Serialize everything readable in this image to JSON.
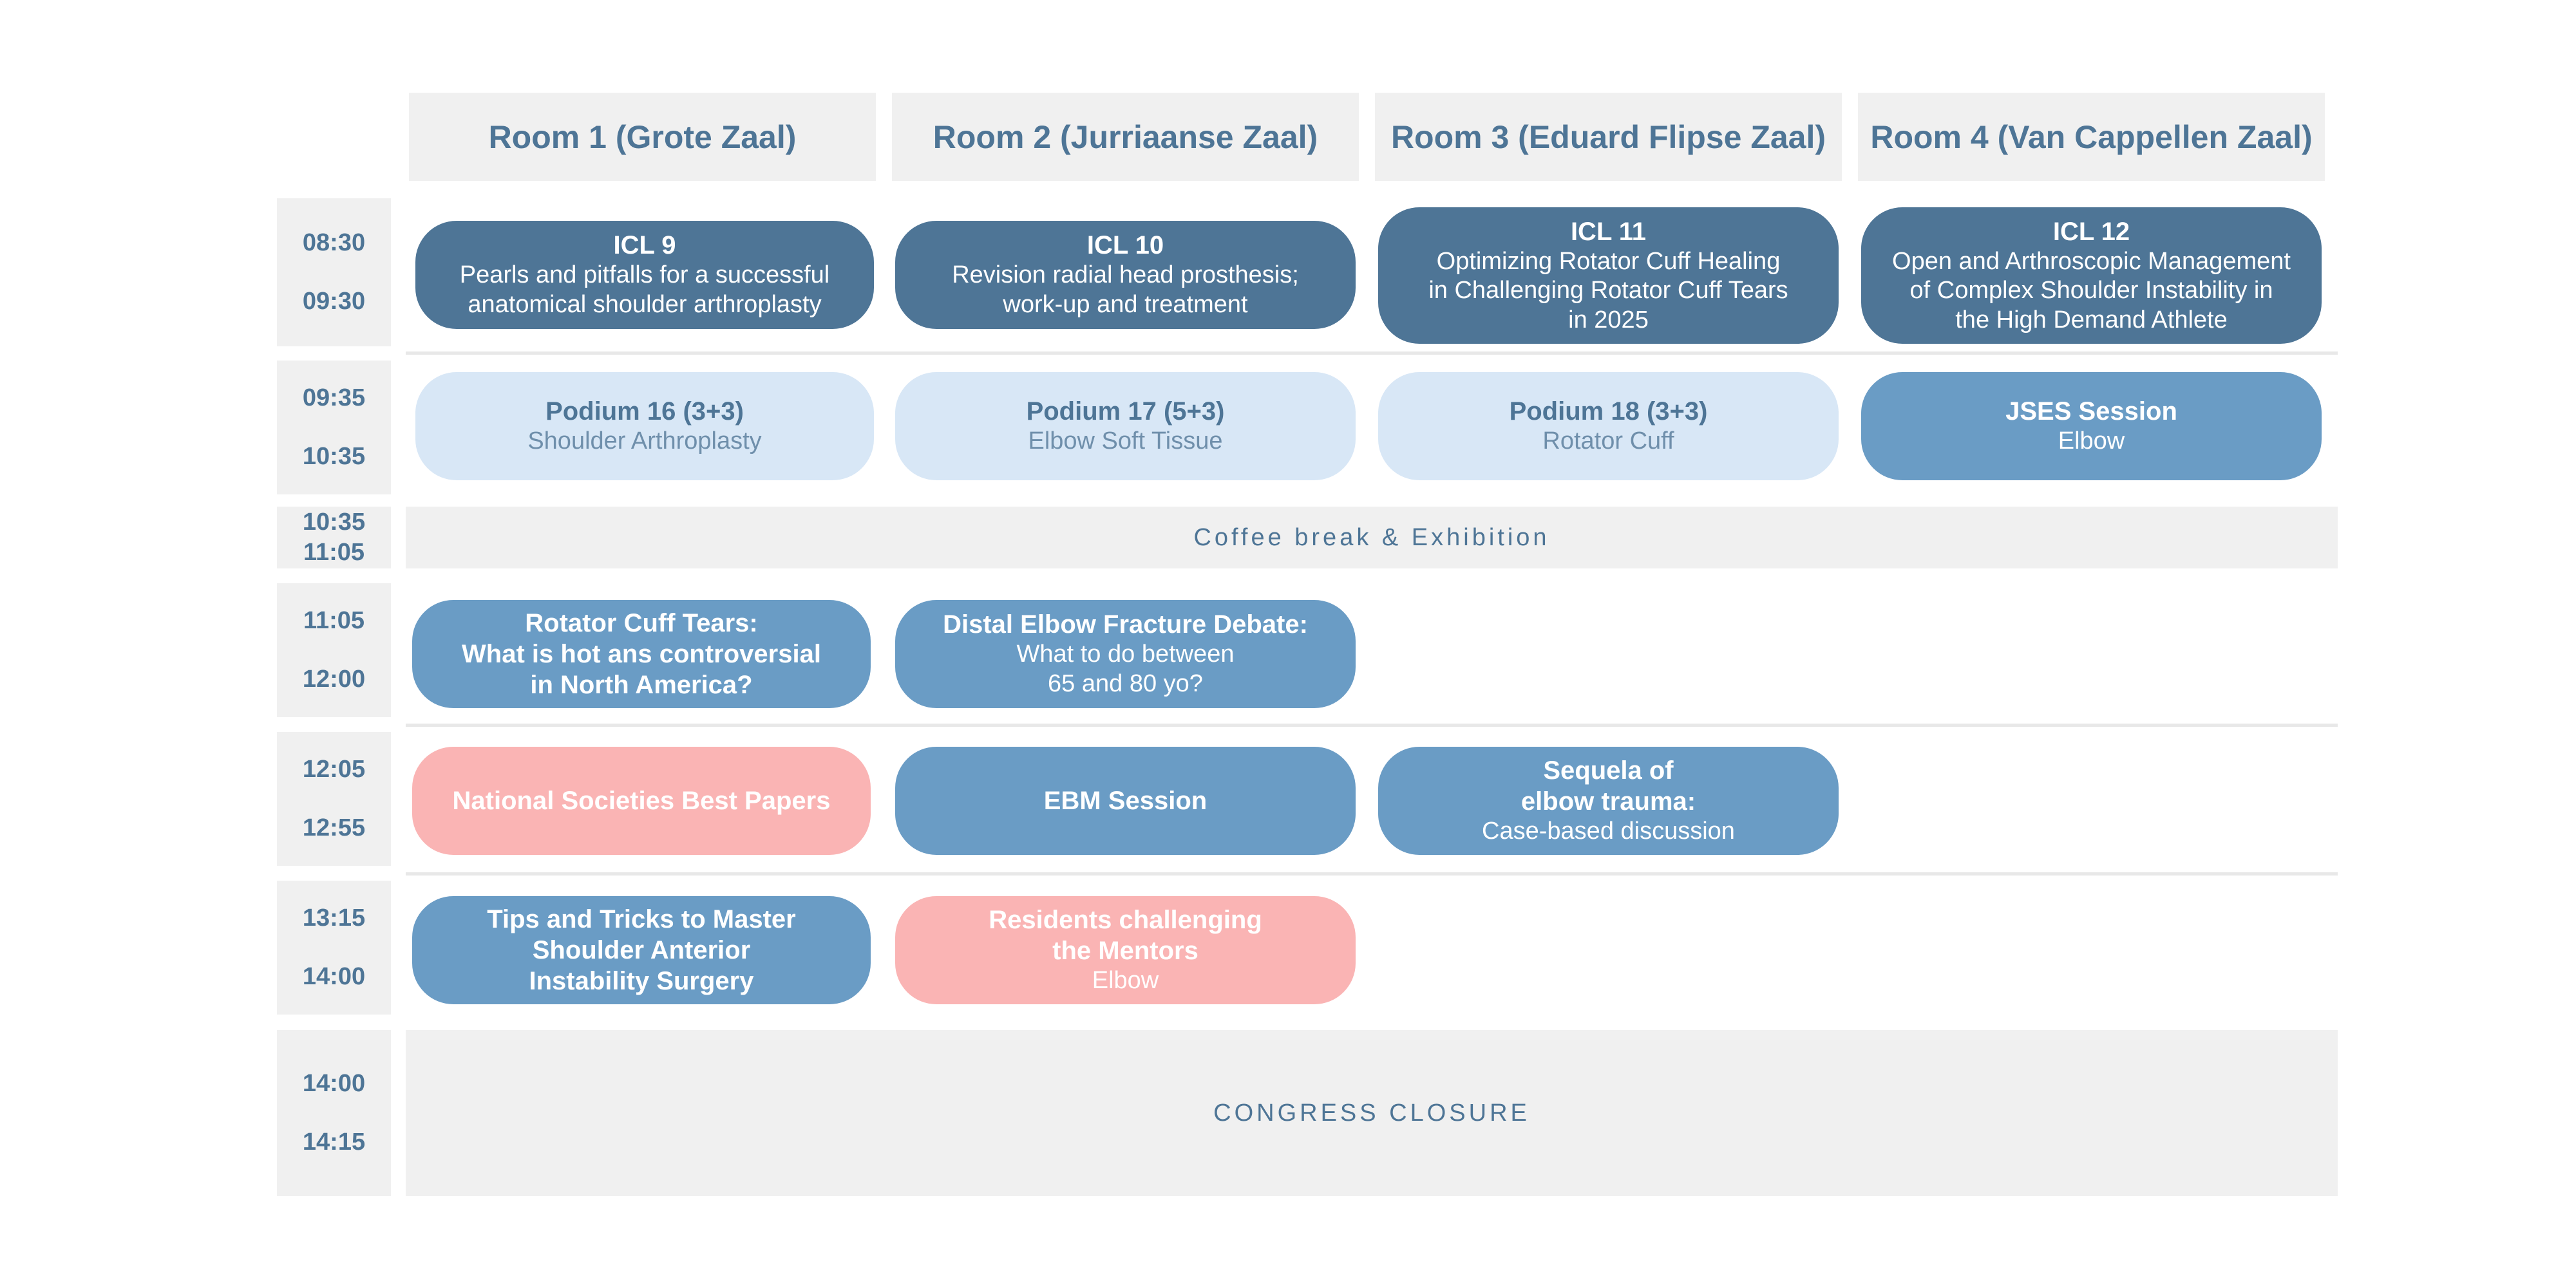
{
  "rooms": [
    "Room 1 (Grote Zaal)",
    "Room 2 (Jurriaanse Zaal)",
    "Room 3 (Eduard Flipse Zaal)",
    "Room 4 (Van Cappellen Zaal)"
  ],
  "slots": [
    {
      "start": "08:30",
      "end": "09:30"
    },
    {
      "start": "09:35",
      "end": "10:35"
    },
    {
      "start": "10:35",
      "end": "11:05"
    },
    {
      "start": "11:05",
      "end": "12:00"
    },
    {
      "start": "12:05",
      "end": "12:55"
    },
    {
      "start": "13:15",
      "end": "14:00"
    },
    {
      "start": "14:00",
      "end": "14:15"
    }
  ],
  "sessions": {
    "icl9": {
      "title": "ICL 9",
      "subtitle": "Pearls and pitfalls for a successful\nanatomical shoulder arthroplasty"
    },
    "icl10": {
      "title": "ICL 10",
      "subtitle": "Revision radial head prosthesis;\nwork-up and treatment"
    },
    "icl11": {
      "title": "ICL 11",
      "subtitle": "Optimizing Rotator Cuff Healing\nin Challenging Rotator Cuff Tears\nin 2025"
    },
    "icl12": {
      "title": "ICL 12",
      "subtitle": "Open and Arthroscopic Management\nof Complex Shoulder Instability in\nthe High Demand Athlete"
    },
    "podium16": {
      "title": "Podium 16 (3+3)",
      "subtitle": "Shoulder Arthroplasty"
    },
    "podium17": {
      "title": "Podium 17 (5+3)",
      "subtitle": "Elbow Soft Tissue"
    },
    "podium18": {
      "title": "Podium 18 (3+3)",
      "subtitle": "Rotator Cuff"
    },
    "jses": {
      "title": "JSES Session",
      "subtitle": "Elbow"
    },
    "rotator_cuff_tears": {
      "title": "Rotator Cuff Tears:\nWhat is hot ans controversial\nin North America?"
    },
    "distal_elbow": {
      "title": "Distal Elbow Fracture Debate:",
      "subtitle": "What to do between\n65 and 80 yo?"
    },
    "national_societies": {
      "title": "National Societies Best Papers"
    },
    "ebm": {
      "title": "EBM Session"
    },
    "sequela": {
      "title": "Sequela of\nelbow trauma:",
      "subtitle": "Case-based discussion"
    },
    "tips_tricks": {
      "title": "Tips and Tricks to Master\nShoulder Anterior\nInstability Surgery"
    },
    "residents": {
      "title": "Residents challenging\nthe Mentors",
      "subtitle": "Elbow"
    }
  },
  "coffee_break": "Coffee break & Exhibition",
  "closure": "CONGRESS CLOSURE",
  "colors": {
    "dark_session": "#4e7596",
    "medium_session": "#6a9cc5",
    "light_session": "#d8e7f6",
    "highlight_session": "#fab4b4",
    "header_background": "#f0f0f0",
    "text_blue": "#4e7596"
  }
}
